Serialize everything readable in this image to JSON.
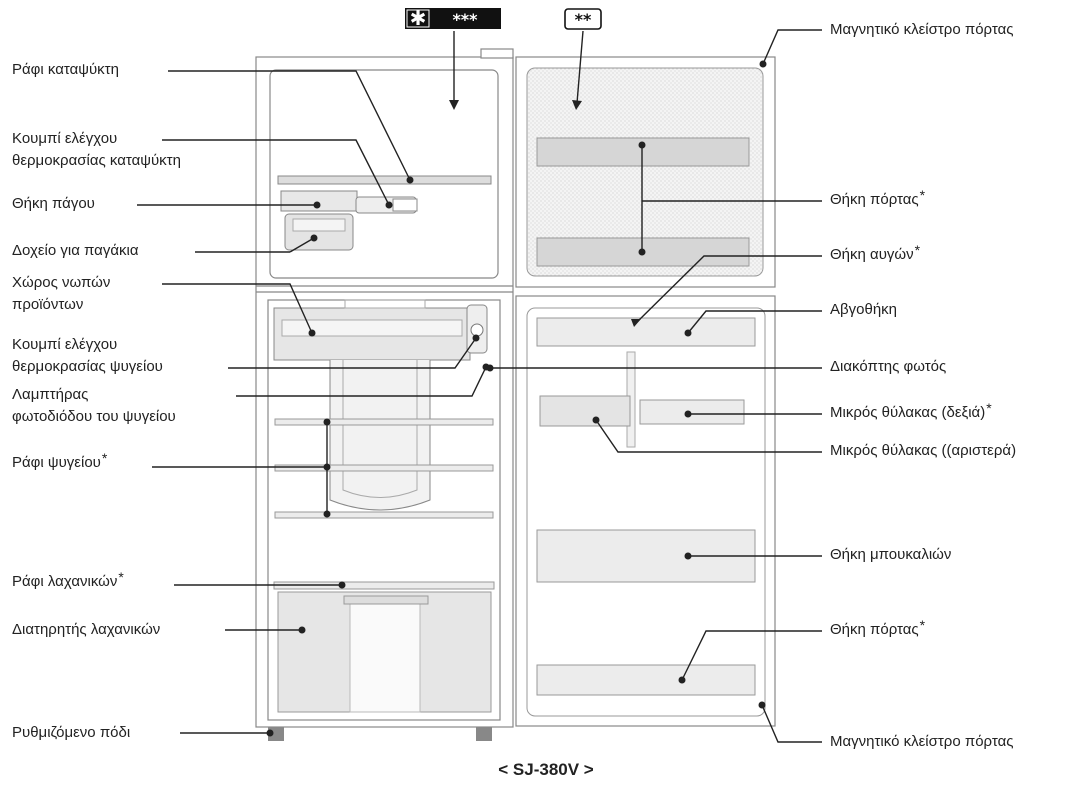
{
  "freezer_rating_marks": [
    "***",
    "**"
  ],
  "model": "< SJ-380V >",
  "labels_left": {
    "freezer_shelf": "Ράφι καταψύκτη",
    "freezer_control_1": "Κουμπί ελέγχου",
    "freezer_control_2": "θερμοκρασίας καταψύκτη",
    "ice_tray": "Θήκη πάγου",
    "ice_box": "Δοχείο για παγάκια",
    "chilled_1": "Χώρος νωπών",
    "chilled_2": "προϊόντων",
    "fridge_control_1": "Κουμπί ελέγχου",
    "fridge_control_2": "θερμοκρασίας ψυγείου",
    "led_1": "Λαμπτήρας",
    "led_2": "φωτοδιόδου του ψυγείου",
    "fridge_shelf": "Ράφι ψυγείου",
    "crisper_shelf": "Ράφι λαχανικών",
    "crisper": "Διατηρητής λαχανικών",
    "foot": "Ρυθμιζόμενο πόδι"
  },
  "labels_right": {
    "magnet_top": "Μαγνητικό κλείστρο πόρτας",
    "door_pocket_top": "Θήκη πόρτας",
    "egg_pocket": "Θήκη αυγών",
    "egg_tray": "Αβγοθήκη",
    "light_switch": "Διακόπτης φωτός",
    "small_pocket_right": "Μικρός θύλακας (δεξιά)",
    "small_pocket_left": "Μικρός θύλακας ((αριστερά)",
    "bottle_pocket": "Θήκη μπουκαλιών",
    "door_pocket_bottom": "Θήκη πόρτας",
    "magnet_bottom": "Μαγνητικό κλείστρο πόρτας"
  },
  "asterisk": "*"
}
